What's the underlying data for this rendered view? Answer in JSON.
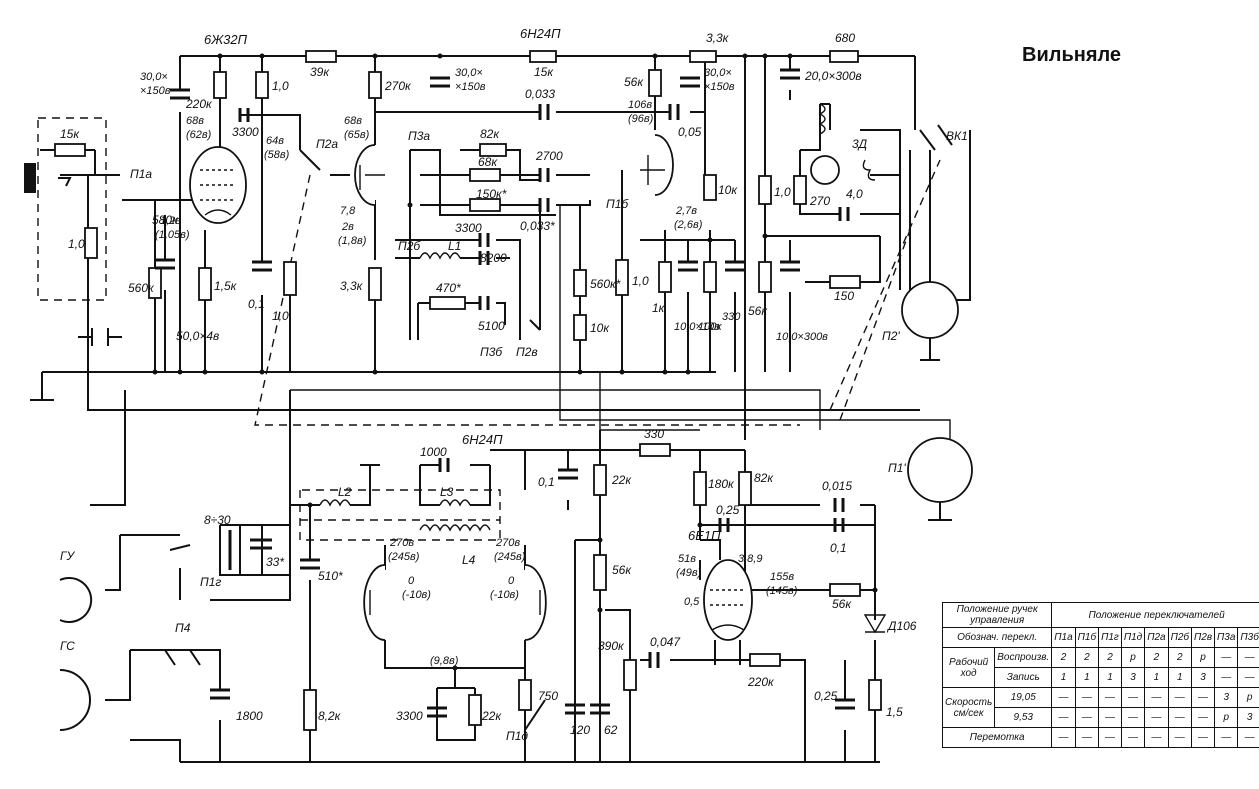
{
  "title": "Вильняле",
  "tubes": [
    {
      "id": "V1",
      "type": "6Ж32П"
    },
    {
      "id": "V2",
      "type": "6Н24П"
    },
    {
      "id": "V3",
      "type": "6Н24П"
    },
    {
      "id": "V4",
      "type": "6Е1П"
    }
  ],
  "labels": {
    "r39k": "39к",
    "r15k_top": "15к",
    "r3_3k_top": "3,3к",
    "r680": "680",
    "c30_1": "30,0×",
    "c30_1b": "×150в",
    "r220k": "220к",
    "r1_0a": "1,0",
    "c30_2": "30,0×",
    "c30_2b": "×150в",
    "r270k": "270к",
    "c30_3": "30,0×",
    "c30_3b": "×150в",
    "r56k_top": "56к",
    "c20": "20,0×300в",
    "c0033_top": "0,033",
    "c005": "0,05",
    "v1p6": "68в",
    "v1p6b": "(62в)",
    "c3300_a": "3300",
    "v1p1": "64в",
    "v1p1b": "(58в)",
    "v2p9": "68в",
    "v2p9b": "(65в)",
    "v3p1": "106в",
    "v3p1b": "(96в)",
    "p2a": "П2а",
    "p3a": "П3а",
    "r82k": "82к",
    "r68k": "68к",
    "r150k": "150к*",
    "c2700": "2700",
    "c0033s": "0,033*",
    "p1b": "П1б",
    "r10k_a": "10к",
    "v1_k": "1,2в",
    "v1_kb": "(1,05в)",
    "v2_k": "2в",
    "v2_kb": "(1,8в)",
    "v2_78": "7,8",
    "v3_k": "2,7в",
    "v3_kb": "(2,6в)",
    "p2b": "П2б",
    "l1": "L1",
    "c3300_b": "3300",
    "c8200": "8200",
    "r470": "470*",
    "c5100": "5100",
    "r560k_a": "560к",
    "r1_5k": "1,5к",
    "c50": "50,0×4в",
    "c01a": "0,1",
    "r1_0b": "1,0",
    "r3_3k_pot": "3,3к",
    "r560k_b": "560к*",
    "r10k_b": "10к",
    "p3b": "П3б",
    "p2v": "П2в",
    "r1_0c": "1,0",
    "r1k": "1к",
    "c10_10": "10,0×10в",
    "r100k": "100к",
    "c330a": "330",
    "r1_0d": "1,0",
    "r56k_r": "56к",
    "c10_300": "10,0×300в",
    "r270": "270",
    "c4_0": "4,0",
    "d3": "3Д",
    "vk1": "ВК1",
    "r150": "150",
    "p2_1": "П2'",
    "p1_1": "П1'",
    "p1a": "П1а",
    "r15k_left": "15к",
    "r1_0_left": "1,0",
    "r580k": "580к",
    "gu": "ГУ",
    "gs": "ГС",
    "p1g": "П1г",
    "p4": "П4",
    "c8_30": "8÷30",
    "c33": "33*",
    "c510": "510*",
    "c1800": "1800",
    "r8_2k": "8,2к",
    "l2": "L2",
    "l3": "L3",
    "l4": "L4",
    "c1000": "1000",
    "v3_a1": "270в",
    "v3_a1b": "(245в)",
    "v3_a2": "270в",
    "v3_a2b": "(245в)",
    "v3_g": "0",
    "v3_gb": "(-10в)",
    "v3_g2": "0",
    "v3_g2b": "(-10в)",
    "v3_k2": "(9,8в)",
    "c3300_c": "3300",
    "r22k_b": "22к",
    "r750": "750",
    "p1d": "П1д",
    "c01b": "0,1",
    "r22k": "22к",
    "r56k_m": "56к",
    "r390k": "390к",
    "c120": "120",
    "c62": "62",
    "c0047": "0,047",
    "r330_top": "330",
    "r180k": "180к",
    "r82k_r": "82к",
    "c0015": "0,015",
    "c025a": "0,25",
    "c01c": "0,1",
    "v4_a": "51в",
    "v4_ab": "(49в)",
    "v4_p": "3,8,9",
    "v4_v": "155в",
    "v4_vb": "(145в)",
    "r56k_d": "56к",
    "d106": "Д106",
    "v4_g": "0,5",
    "r220k_b": "220к",
    "c025b": "0,25",
    "r1_5": "1,5"
  },
  "table": {
    "header_left": "Положение ручек управления",
    "header_right": "Положение переключателей",
    "designation": "Обознач. перекл.",
    "columns": [
      "П1а",
      "П1б",
      "П1г",
      "П1д",
      "П2а",
      "П2б",
      "П2в",
      "П3а",
      "П3б"
    ],
    "rows": [
      {
        "group": "Рабочий ход",
        "mode": "Воспроизв.",
        "values": [
          "2",
          "2",
          "2",
          "р",
          "2",
          "2",
          "р",
          "—",
          "—"
        ]
      },
      {
        "group": "",
        "mode": "Запись",
        "values": [
          "1",
          "1",
          "1",
          "3",
          "1",
          "1",
          "3",
          "—",
          "—"
        ]
      },
      {
        "group": "Скорость см/сек",
        "mode": "19,05",
        "values": [
          "—",
          "—",
          "—",
          "—",
          "—",
          "—",
          "—",
          "3",
          "р"
        ]
      },
      {
        "group": "",
        "mode": "9,53",
        "values": [
          "—",
          "—",
          "—",
          "—",
          "—",
          "—",
          "—",
          "р",
          "3"
        ]
      }
    ],
    "rewind": "Перемотка",
    "rewind_values": [
      "—",
      "—",
      "—",
      "—",
      "—",
      "—",
      "—",
      "—",
      "—"
    ]
  }
}
